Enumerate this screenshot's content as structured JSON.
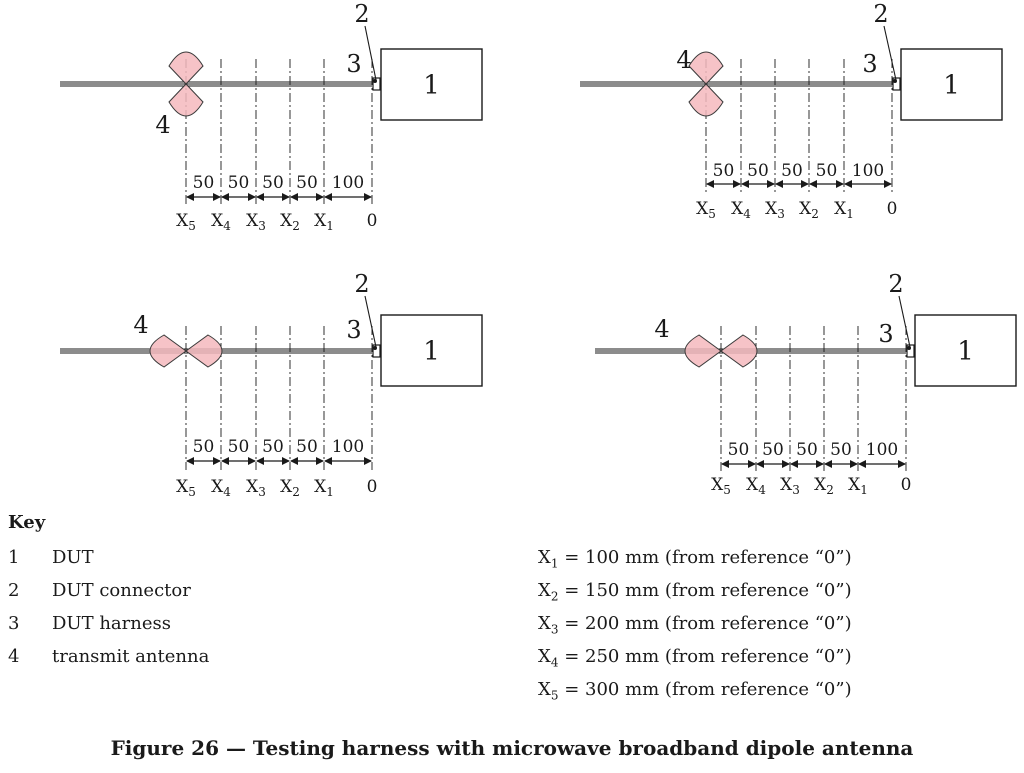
{
  "panels": [
    {
      "callouts": {
        "dut": "1",
        "connector": "2",
        "harness": "3",
        "antenna": "4"
      },
      "dims": [
        "50",
        "50",
        "50",
        "50",
        "100"
      ],
      "marks": [
        {
          "base": "X",
          "sub": "5"
        },
        {
          "base": "X",
          "sub": "4"
        },
        {
          "base": "X",
          "sub": "3"
        },
        {
          "base": "X",
          "sub": "2"
        },
        {
          "base": "X",
          "sub": "1"
        },
        {
          "base": "0",
          "sub": ""
        }
      ],
      "antenna_orientation": "vertical"
    },
    {
      "callouts": {
        "dut": "1",
        "connector": "2",
        "harness": "3",
        "antenna": "4"
      },
      "dims": [
        "50",
        "50",
        "50",
        "50",
        "100"
      ],
      "marks": [
        {
          "base": "X",
          "sub": "5"
        },
        {
          "base": "X",
          "sub": "4"
        },
        {
          "base": "X",
          "sub": "3"
        },
        {
          "base": "X",
          "sub": "2"
        },
        {
          "base": "X",
          "sub": "1"
        },
        {
          "base": "0",
          "sub": ""
        }
      ],
      "antenna_orientation": "vertical"
    },
    {
      "callouts": {
        "dut": "1",
        "connector": "2",
        "harness": "3",
        "antenna": "4"
      },
      "dims": [
        "50",
        "50",
        "50",
        "50",
        "100"
      ],
      "marks": [
        {
          "base": "X",
          "sub": "5"
        },
        {
          "base": "X",
          "sub": "4"
        },
        {
          "base": "X",
          "sub": "3"
        },
        {
          "base": "X",
          "sub": "2"
        },
        {
          "base": "X",
          "sub": "1"
        },
        {
          "base": "0",
          "sub": ""
        }
      ],
      "antenna_orientation": "horizontal"
    },
    {
      "callouts": {
        "dut": "1",
        "connector": "2",
        "harness": "3",
        "antenna": "4"
      },
      "dims": [
        "50",
        "50",
        "50",
        "50",
        "100"
      ],
      "marks": [
        {
          "base": "X",
          "sub": "5"
        },
        {
          "base": "X",
          "sub": "4"
        },
        {
          "base": "X",
          "sub": "3"
        },
        {
          "base": "X",
          "sub": "2"
        },
        {
          "base": "X",
          "sub": "1"
        },
        {
          "base": "0",
          "sub": ""
        }
      ],
      "antenna_orientation": "horizontal"
    }
  ],
  "key": {
    "title": "Key",
    "items": [
      {
        "num": "1",
        "label": "DUT"
      },
      {
        "num": "2",
        "label": "DUT connector"
      },
      {
        "num": "3",
        "label": "DUT harness"
      },
      {
        "num": "4",
        "label": "transmit antenna"
      }
    ]
  },
  "positions": [
    {
      "base": "X",
      "sub": "1",
      "text": " = 100 mm (from reference “0”)"
    },
    {
      "base": "X",
      "sub": "2",
      "text": " = 150 mm (from reference “0”)"
    },
    {
      "base": "X",
      "sub": "3",
      "text": " = 200 mm (from reference “0”)"
    },
    {
      "base": "X",
      "sub": "4",
      "text": " = 250 mm (from reference “0”)"
    },
    {
      "base": "X",
      "sub": "5",
      "text": " = 300 mm (from reference “0”)"
    }
  ],
  "caption": "Figure 26 — Testing harness with microwave broadband dipole antenna",
  "colors": {
    "antenna_fill": "#f4b8bd",
    "antenna_stroke": "#3a3a3a",
    "line": "#1a1a1a"
  }
}
